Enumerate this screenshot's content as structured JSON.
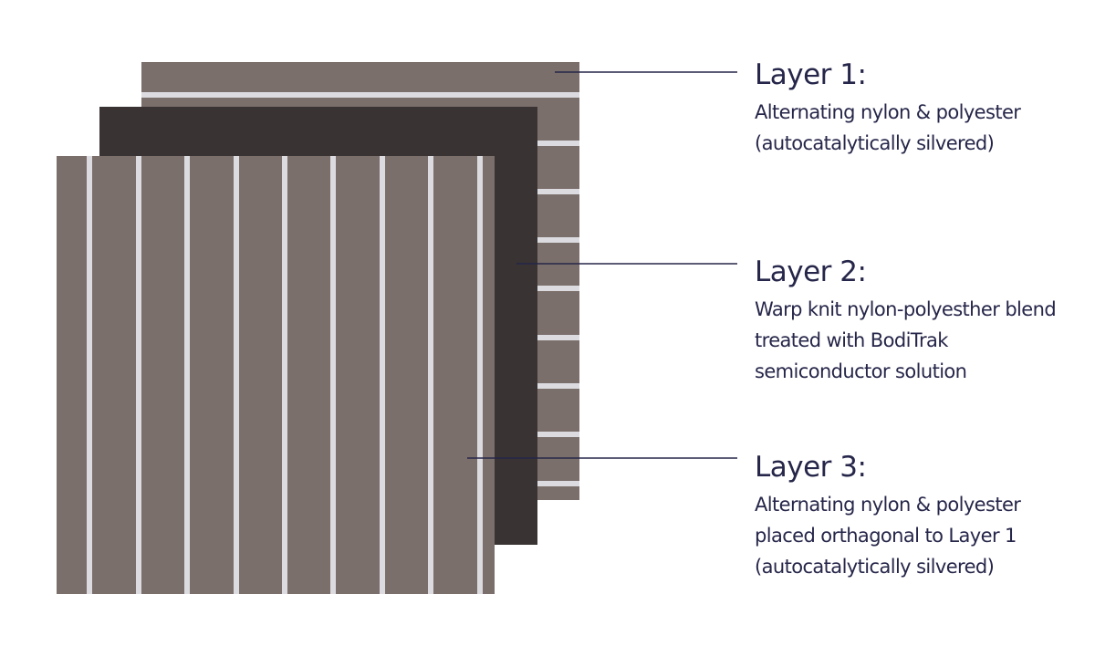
{
  "colors": {
    "fabric": "#7b6f6b",
    "dark_fabric": "#393333",
    "stripe": "#dcdbe0",
    "leader_line": "#26264a",
    "text": "#26264a"
  },
  "layers": [
    {
      "title": "Layer 1:",
      "description_lines": [
        "Alternating nylon & polyester",
        "(autocatalytically silvered)"
      ]
    },
    {
      "title": "Layer 2:",
      "description_lines": [
        "Warp knit nylon-polyesther blend",
        "treated with BodiTrak",
        "semiconductor solution"
      ]
    },
    {
      "title": "Layer 3:",
      "description_lines": [
        "Alternating nylon & polyester",
        "placed orthagonal to Layer 1",
        "(autocatalytically silvered)"
      ]
    }
  ]
}
